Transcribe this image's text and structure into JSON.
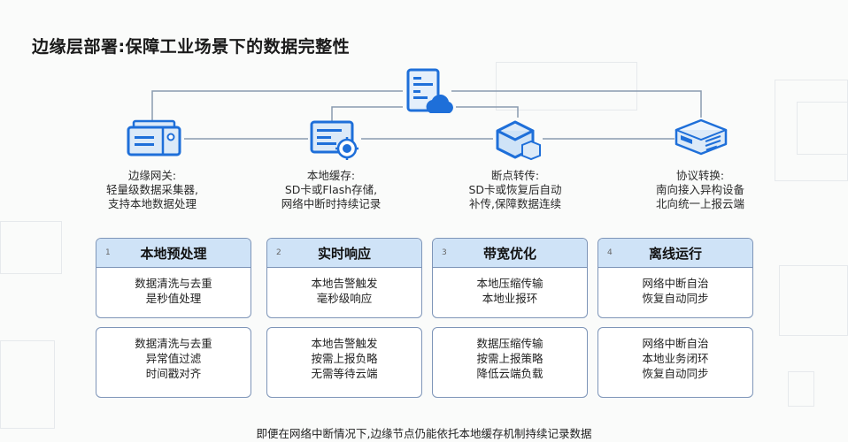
{
  "title": "边缘层部署:保障工业场景下的数据完整性",
  "colors": {
    "primary": "#1e6fd9",
    "icon_fill": "#dceaf8",
    "card_header": "#cfe3f7",
    "card_border": "#7e95b8",
    "line": "#8a9bb0"
  },
  "center_node": {
    "icon": "server-cloud-icon"
  },
  "nodes": [
    {
      "icon": "gateway-icon",
      "lines": [
        "边缘网关:",
        "轻量级数据采集器,",
        "支持本地数据处理"
      ]
    },
    {
      "icon": "cache-storage-icon",
      "lines": [
        "本地缓存:",
        "SD卡或Flash存储,",
        "网络中断时持续记录"
      ]
    },
    {
      "icon": "resume-transfer-icon",
      "lines": [
        "断点转传:",
        "SD卡或恢复后自动",
        "补传,保障数据连续"
      ]
    },
    {
      "icon": "protocol-converter-icon",
      "lines": [
        "协议转换:",
        "南向接入异构设备",
        "北向统一上报云端"
      ]
    }
  ],
  "cards": [
    {
      "num": "1",
      "title": "本地预处理",
      "body": [
        "数据清洗与去重",
        "是秒值处理"
      ],
      "detail": [
        "数据清洗与去重",
        "异常值过滤",
        "时间戳对齐"
      ]
    },
    {
      "num": "2",
      "title": "实时响应",
      "body": [
        "本地告警触发",
        "毫秒级响应"
      ],
      "detail": [
        "本地告警触发",
        "按需上报负略",
        "无需等待云端"
      ]
    },
    {
      "num": "3",
      "title": "带宽优化",
      "body": [
        "本地压缩传输",
        "本地业报环"
      ],
      "detail": [
        "数据压缩传输",
        "按需上报策略",
        "降低云端负载"
      ]
    },
    {
      "num": "4",
      "title": "离线运行",
      "body": [
        "网络中断自治",
        "恢复自动同步"
      ],
      "detail": [
        "网络中断自治",
        "本地业务闭环",
        "恢复自动同步"
      ]
    }
  ],
  "footer": "即便在网络中断情况下,边缘节点仍能依托本地缓存机制持续记录数据"
}
